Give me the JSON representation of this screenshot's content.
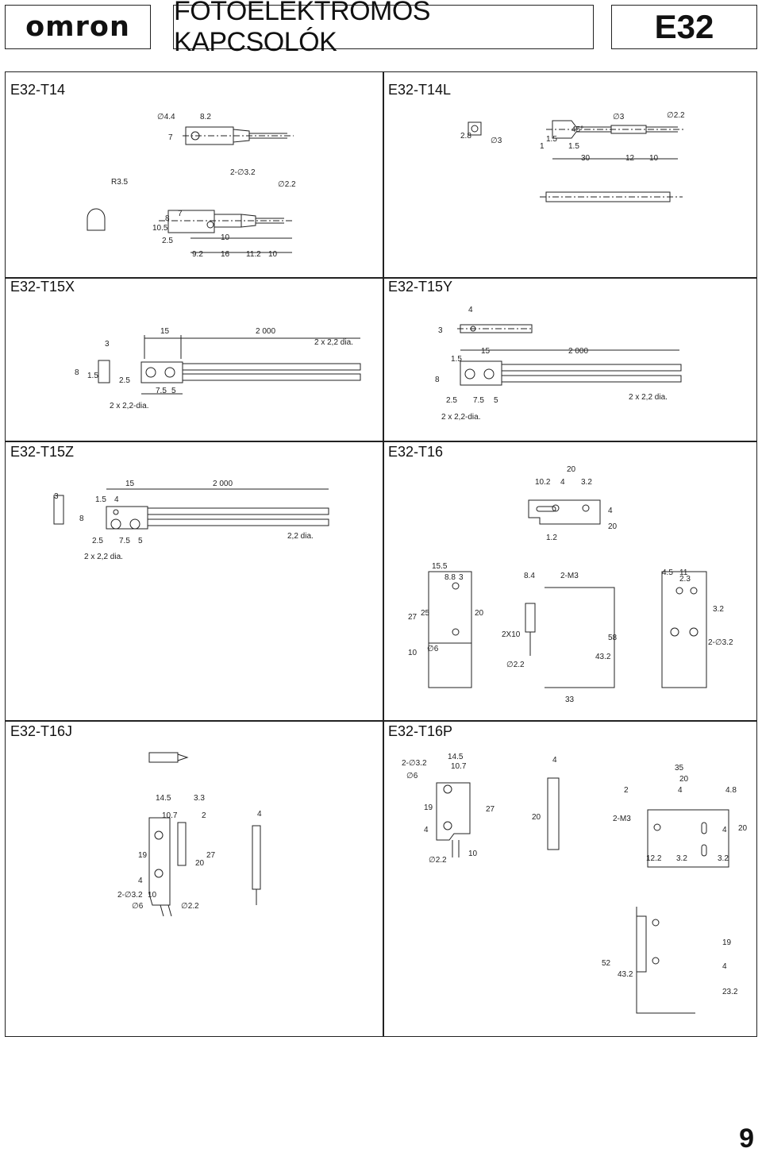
{
  "header": {
    "logo": "omron",
    "title": "FOTOELEKTROMOS KAPCSOLÓK",
    "code": "E32"
  },
  "sections": [
    {
      "id": "t14",
      "title": "E32-T14"
    },
    {
      "id": "t14l",
      "title": "E32-T14L"
    },
    {
      "id": "t15x",
      "title": "E32-T15X"
    },
    {
      "id": "t15y",
      "title": "E32-T15Y"
    },
    {
      "id": "t15z",
      "title": "E32-T15Z"
    },
    {
      "id": "t16",
      "title": "E32-T16"
    },
    {
      "id": "t16j",
      "title": "E32-T16J"
    },
    {
      "id": "t16p",
      "title": "E32-T16P"
    }
  ],
  "dims": {
    "t14": [
      "∅4.4",
      "8.2",
      "7",
      "R3.5",
      "2-∅3.2",
      "∅2.2",
      "10.5",
      "8",
      "7",
      "2.5",
      "10",
      "9.2",
      "16",
      "11.2",
      "10"
    ],
    "t14l": [
      "2.8",
      "∅3",
      "∅3",
      "∅2.2",
      "45°",
      "1.5",
      "1",
      "1.5",
      "30",
      "12",
      "10"
    ],
    "t15x": [
      "15",
      "2 000",
      "3",
      "2 x 2,2 dia.",
      "8",
      "1.5",
      "2.5",
      "7.5",
      "5",
      "2 x 2,2-dia."
    ],
    "t15y": [
      "4",
      "3",
      "15",
      "2 000",
      "1.5",
      "8",
      "2.5",
      "7.5",
      "5",
      "2 x 2,2 dia.",
      "2 x 2,2-dia."
    ],
    "t15z": [
      "15",
      "2 000",
      "3",
      "1.5",
      "4",
      "8",
      "2.5",
      "7.5",
      "5",
      "2,2 dia.",
      "2 x 2,2 dia."
    ],
    "t16": [
      "20",
      "10.2",
      "4",
      "3.2",
      "4",
      "20",
      "1.2",
      "15.5",
      "8.8",
      "3",
      "27",
      "25",
      "20",
      "10",
      "∅6",
      "8.4",
      "2-M3",
      "2X10",
      "∅2.2",
      "43.2",
      "58",
      "33",
      "4.5",
      "11",
      "2.3",
      "3.2",
      "2-∅3.2"
    ],
    "t16j": [
      "14.5",
      "3.3",
      "10.7",
      "2",
      "4",
      "19",
      "20",
      "27",
      "4",
      "2-∅3.2",
      "10",
      "∅6",
      "∅2.2"
    ],
    "t16p": [
      "2-∅3.2",
      "14.5",
      "10.7",
      "∅6",
      "19",
      "27",
      "4",
      "10",
      "∅2.2",
      "4",
      "20",
      "35",
      "20",
      "2",
      "4",
      "4.8",
      "2-M3",
      "4",
      "20",
      "12.2",
      "3.2",
      "3.2",
      "52",
      "43.2",
      "19",
      "4",
      "23.2"
    ]
  },
  "page_number": "9"
}
